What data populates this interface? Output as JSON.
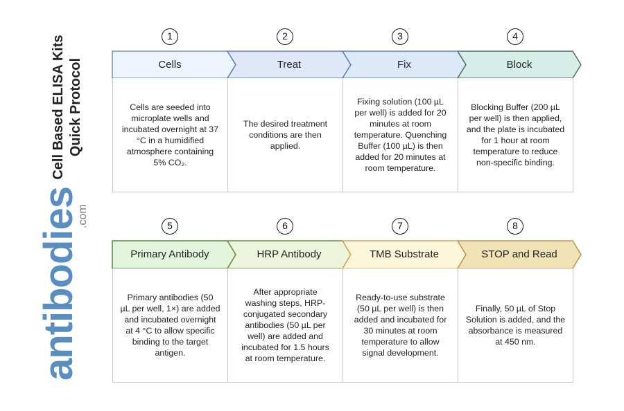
{
  "title": {
    "line1": "Cell Based ELISA Kits",
    "line2": "Quick Protocol"
  },
  "logo": {
    "name": "antibodies",
    "suffix": ".com",
    "color": "#5b8ec0"
  },
  "steps": [
    {
      "number": "1",
      "label": "Cells",
      "fill": "#eef4fb",
      "stroke": "#6f8fb8",
      "text": "Cells are seeded into\nmicroplate wells and\nincubated overnight at 37\n°C in a humidified\natmosphere containing\n5% CO₂."
    },
    {
      "number": "2",
      "label": "Treat",
      "fill": "#dfe7f8",
      "stroke": "#5b7fb0",
      "text": "The desired treatment\nconditions are then\napplied."
    },
    {
      "number": "3",
      "label": "Fix",
      "fill": "#dce9f8",
      "stroke": "#5b7fb0",
      "text": "Fixing solution (100 µL\nper well) is added for 20\nminutes at room\ntemperature. Quenching\nBuffer (100 µL) is then\nadded for 20 minutes at\nroom temperature."
    },
    {
      "number": "4",
      "label": "Block",
      "fill": "#d5efe8",
      "stroke": "#4f6f5f",
      "text": "Blocking Buffer (200 µL\nper well) is then applied,\nand the plate is incubated\nfor 1 hour at room\ntemperature to reduce\nnon-specific binding."
    },
    {
      "number": "5",
      "label": "Primary Antibody",
      "fill": "#e2f4dc",
      "stroke": "#4f8a3a",
      "text": "Primary antibodies (50\nµL per well, 1×) are added\nand incubated overnight\nat 4 °C to allow specific\nbinding to the target\nantigen."
    },
    {
      "number": "6",
      "label": "HRP Antibody",
      "fill": "#ecf5dc",
      "stroke": "#6a8a3a",
      "text": "After appropriate\nwashing steps, HRP-\nconjugated secondary\nantibodies (50 µL per\nwell) are added and\nincubated for 1.5 hours\nat room temperature."
    },
    {
      "number": "7",
      "label": "TMB Substrate",
      "fill": "#fcf6da",
      "stroke": "#c9a850",
      "text": "Ready-to-use substrate\n(50 µL per well) is then\nadded and incubated for\n30 minutes at room\ntemperature to allow\nsignal development."
    },
    {
      "number": "8",
      "label": "STOP and Read",
      "fill": "#f1e2b6",
      "stroke": "#b8964e",
      "text": "Finally, 50 µL of Stop\nSolution is added, and the\nabsorbance is measured\nat 450 nm."
    }
  ]
}
